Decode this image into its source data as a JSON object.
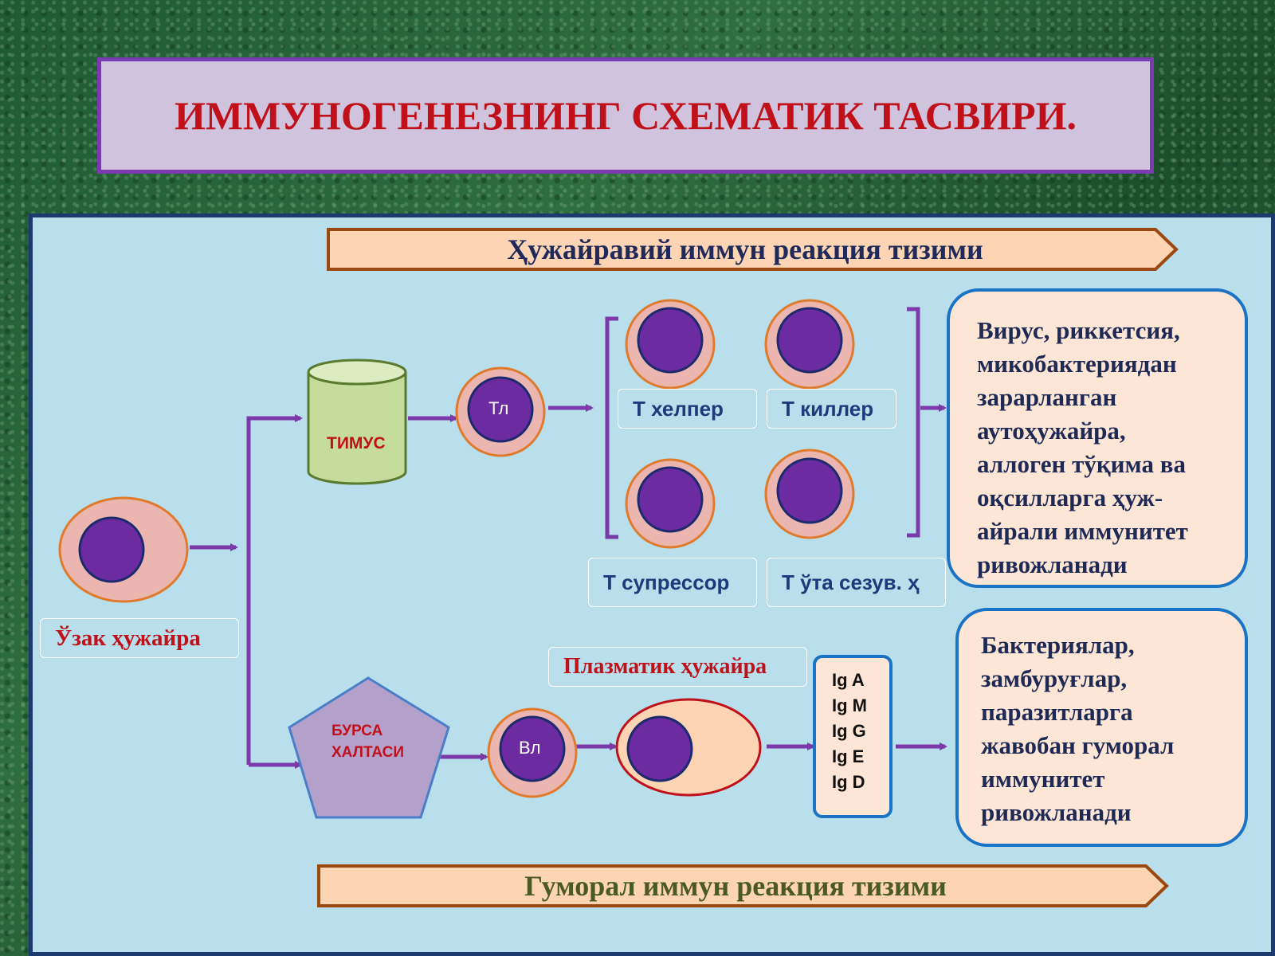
{
  "title": "ИММУНОГЕНЕЗНИНГ СХЕМАТИК ТАСВИРИ.",
  "cellular_band": "Ҳужайравий иммун реакция тизими",
  "humoral_band": "Гуморал иммун реакция тизими",
  "stem_cell_label": "Ўзак ҳужайра",
  "thymus_label": "ТИМУС",
  "bursa_label": [
    "БУРСА",
    "ХАЛТАСИ"
  ],
  "tl_label": "Тл",
  "bl_label": "Вл",
  "t_cells": {
    "helper": "Т хелпер",
    "killer": "Т киллер",
    "suppressor": "Т супрессор",
    "hypersensitivity": "Т ўта сезув. ҳ"
  },
  "plasma_cell_label": "Плазматик ҳужайра",
  "immunoglobulins": [
    "Ig A",
    "Ig M",
    "Ig G",
    "Ig E",
    "Ig D"
  ],
  "cellular_result": [
    "Вирус, риккетсия,",
    "микобактериядан",
    "зарарланган",
    "аутоҳужайра,",
    "аллоген тўқима ва",
    "оқсилларга ҳуж-",
    "айрали иммунитет",
    "ривожланади"
  ],
  "humoral_result": [
    "Бактериялар,",
    "замбуруғлар,",
    "паразитларга",
    "жавобан гуморал",
    "иммунитет",
    "ривожланади"
  ],
  "colors": {
    "title_red": "#c0101a",
    "panel_blue": "#b8dfeb",
    "arrow_purple": "#7b3aa8",
    "nucleus": "#6c2ba0",
    "cytoplasm": "#ebb6b0",
    "cell_ring": "#e07a2c",
    "band_fill": "#fdd5b5",
    "band_border": "#9a4a10",
    "cellular_band_text": "#1f2a5a",
    "humoral_band_text": "#4a5a22"
  }
}
